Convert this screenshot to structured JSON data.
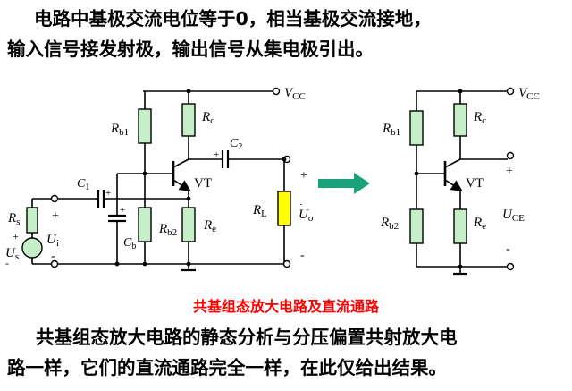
{
  "intro": {
    "line1": "电路中基极交流电位等于0，相当基极交流接地，",
    "line2": "输入信号接发射极，输出信号从集电极引出。"
  },
  "diagram_labels": {
    "vcc": "V",
    "vcc_sub": "CC",
    "rb1": "R",
    "rb1_sub": "b1",
    "rc": "R",
    "rc_sub": "c",
    "c2": "C",
    "c2_sub": "2",
    "c1": "C",
    "c1_sub": "1",
    "vt": "VT",
    "rl": "R",
    "rl_sub": "L",
    "uo": "U",
    "uo_sub": "o",
    "rs": "R",
    "rs_sub": "s",
    "ui": "U",
    "ui_sub": "i",
    "us": "U",
    "us_sub": "s",
    "cb": "C",
    "cb_sub": "b",
    "rb2": "R",
    "rb2_sub": "b2",
    "re": "R",
    "re_sub": "e",
    "uce": "U",
    "uce_sub": "CE",
    "plus": "+",
    "minus": "-"
  },
  "caption": "共基组态放大电路及直流通路",
  "conclusion": {
    "line1": "共基组态放大电路的静态分析与分压偏置共射放大电",
    "line2": "路一样，它们的直流通路完全一样，在此仅给出结果。"
  },
  "colors": {
    "resistor_fill": "#c6efc9",
    "load_fill": "#ffff00",
    "arrow": "#1aa37a",
    "caption": "#ff0000"
  }
}
